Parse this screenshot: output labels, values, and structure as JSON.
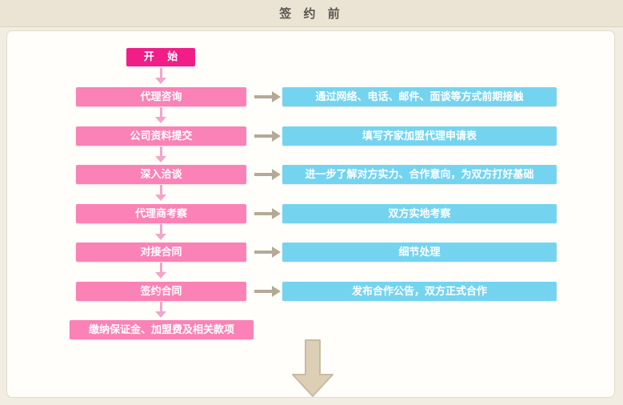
{
  "header": {
    "title": "签 约 前"
  },
  "flow": {
    "start_label": "开 始",
    "steps": [
      {
        "label": "代理咨询",
        "desc": "通过网络、电话、邮件、面谈等方式前期接触"
      },
      {
        "label": "公司资料提交",
        "desc": "填写齐家加盟代理申请表"
      },
      {
        "label": "深入洽谈",
        "desc": "进一步了解对方实力、合作意向，为双方打好基础"
      },
      {
        "label": "代理商考察",
        "desc": "双方实地考察"
      },
      {
        "label": "对接合同",
        "desc": "细节处理"
      },
      {
        "label": "签约合同",
        "desc": "发布合作公告，双方正式合作"
      }
    ],
    "final_label": "缴纳保证金、加盟费及相关款项"
  },
  "colors": {
    "step_pink": "#fa82b6",
    "start_magenta": "#f01e86",
    "desc_blue": "#74d4f0",
    "arrow_tan": "#b5aa97",
    "arrow_pink": "#f2a6c9",
    "big_arrow_beige": "#dccfb5",
    "page_beige": "#f2ede2"
  }
}
